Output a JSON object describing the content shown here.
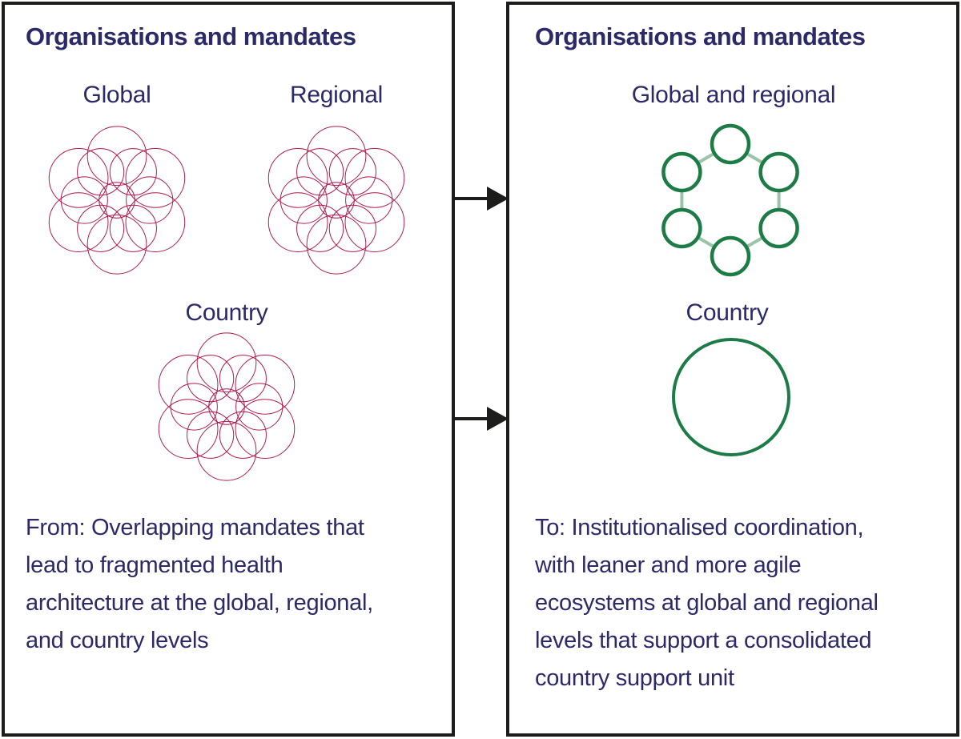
{
  "figure": {
    "left_panel": {
      "title": "Organisations and mandates",
      "labels": {
        "global": "Global",
        "regional": "Regional",
        "country": "Country"
      },
      "caption_lines": [
        "From: Overlapping mandates that",
        "lead to fragmented health",
        "architecture at the global, regional,",
        "and country levels"
      ],
      "cluster_icon": "overlapping-circles-cluster",
      "cluster_count": 3
    },
    "right_panel": {
      "title": "Organisations and mandates",
      "labels": {
        "global_regional": "Global and regional",
        "country": "Country"
      },
      "caption_lines": [
        "To: Institutionalised coordination,",
        "with leaner and more agile",
        "ecosystems at global and regional",
        "levels that support a consolidated",
        "country support unit"
      ],
      "ring_icon": "six-circle-coordination-ring",
      "country_icon": "single-consolidated-circle"
    },
    "arrows": 2
  },
  "colors": {
    "navy": "#2b2968",
    "crimson": "#b1174a",
    "green": "#1d7c46",
    "green_light": "#9ac4a8",
    "border": "#1d1d1b",
    "background": "#ffffff"
  }
}
